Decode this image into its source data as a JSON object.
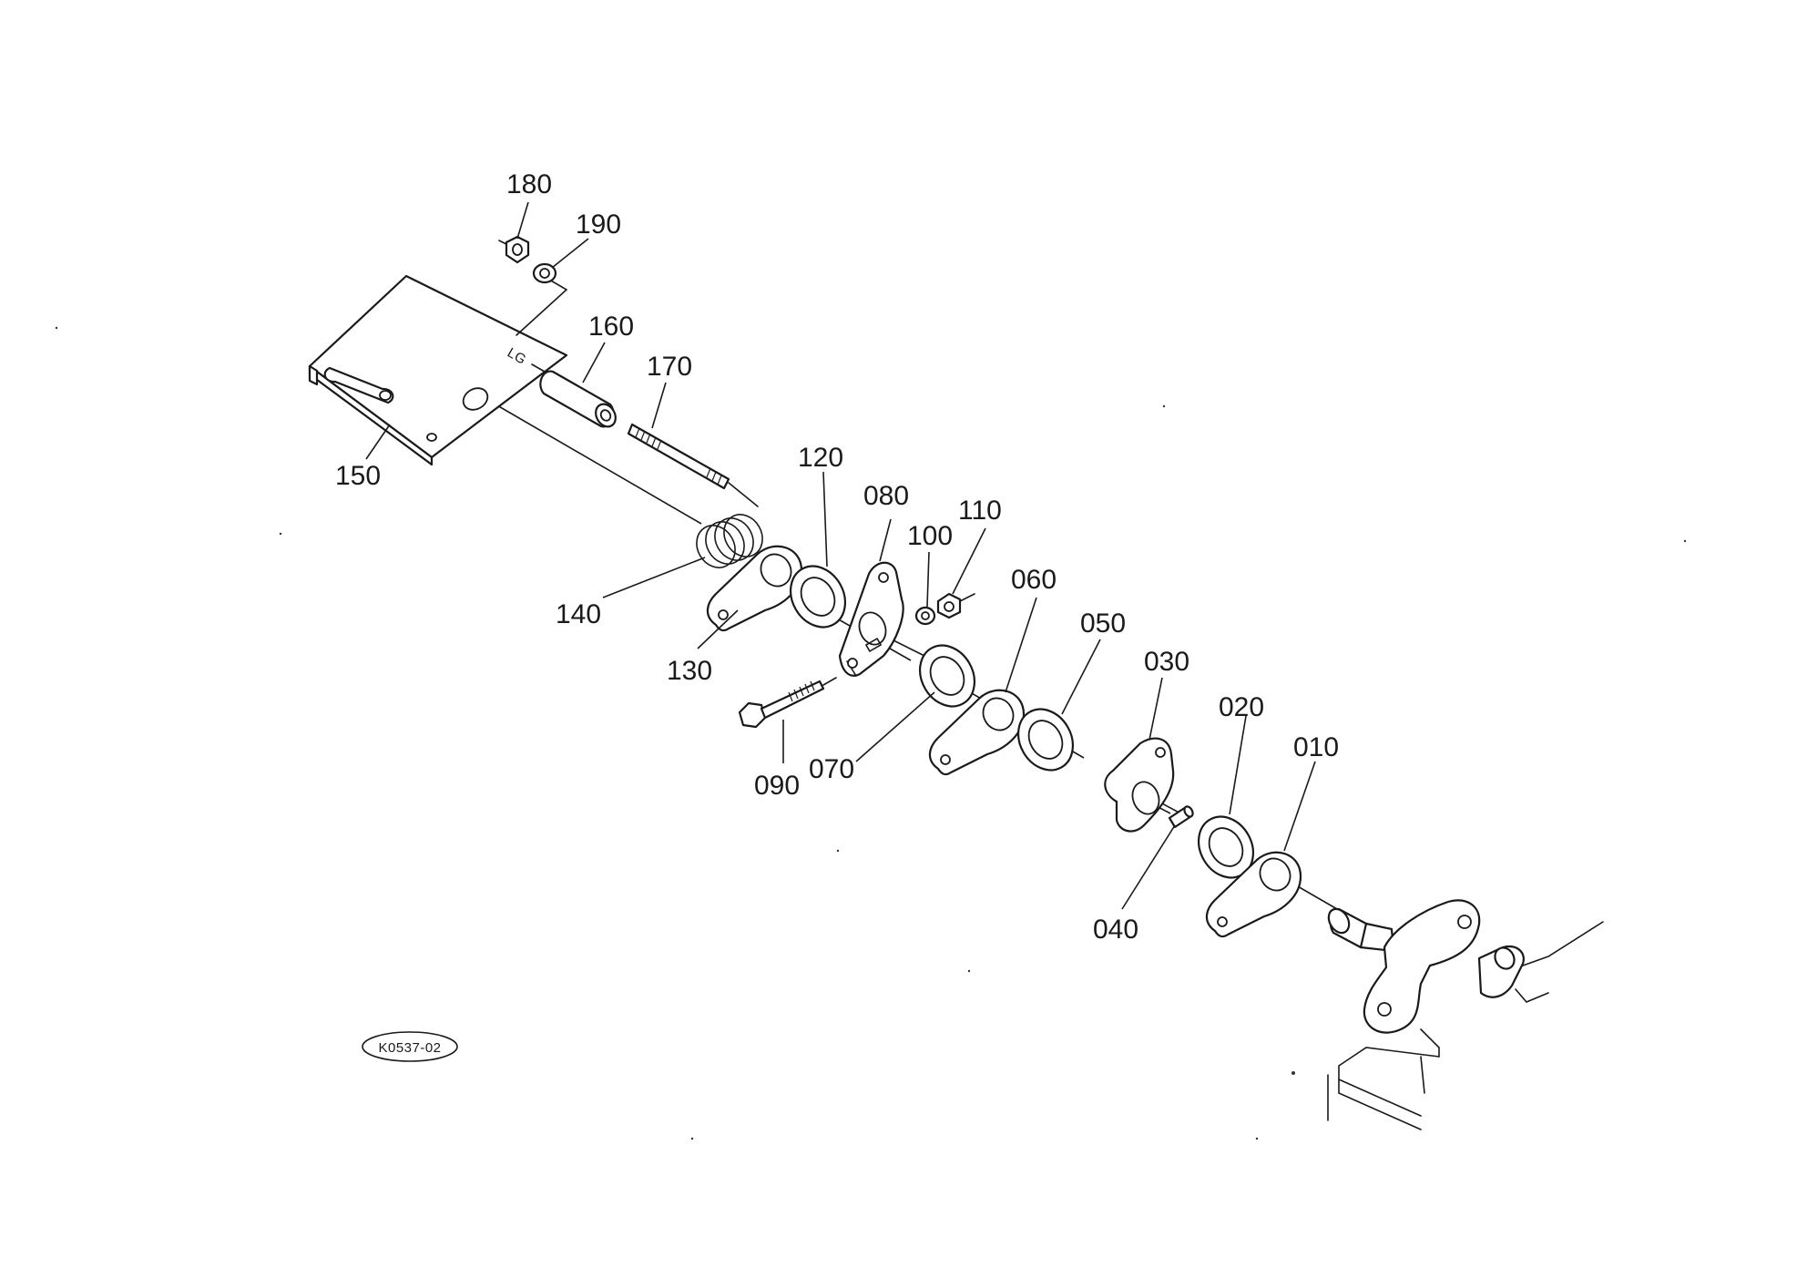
{
  "drawing": {
    "code": "K0537-02"
  },
  "callouts": [
    {
      "id": "180",
      "text": "180"
    },
    {
      "id": "190",
      "text": "190"
    },
    {
      "id": "160",
      "text": "160"
    },
    {
      "id": "170",
      "text": "170"
    },
    {
      "id": "150",
      "text": "150"
    },
    {
      "id": "120",
      "text": "120"
    },
    {
      "id": "080",
      "text": "080"
    },
    {
      "id": "100",
      "text": "100"
    },
    {
      "id": "110",
      "text": "110"
    },
    {
      "id": "060",
      "text": "060"
    },
    {
      "id": "050",
      "text": "050"
    },
    {
      "id": "030",
      "text": "030"
    },
    {
      "id": "020",
      "text": "020"
    },
    {
      "id": "010",
      "text": "010"
    },
    {
      "id": "140",
      "text": "140"
    },
    {
      "id": "130",
      "text": "130"
    },
    {
      "id": "090",
      "text": "090"
    },
    {
      "id": "070",
      "text": "070"
    },
    {
      "id": "040",
      "text": "040"
    }
  ],
  "plate_marks": [
    "LG"
  ]
}
